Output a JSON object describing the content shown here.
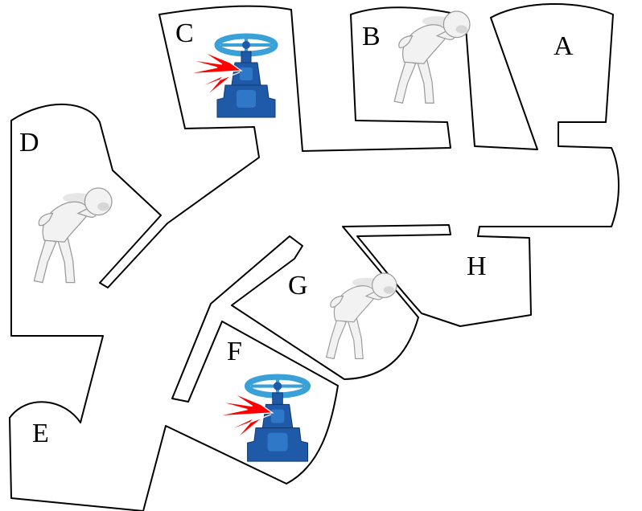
{
  "rooms": [
    {
      "id": "A",
      "label": "A"
    },
    {
      "id": "B",
      "label": "B"
    },
    {
      "id": "C",
      "label": "C"
    },
    {
      "id": "D",
      "label": "D"
    },
    {
      "id": "E",
      "label": "E"
    },
    {
      "id": "F",
      "label": "F"
    },
    {
      "id": "G",
      "label": "G"
    },
    {
      "id": "H",
      "label": "H"
    }
  ],
  "occupants": [
    {
      "room": "B",
      "icon": "person-in-pain-icon"
    },
    {
      "room": "D",
      "icon": "person-in-pain-icon"
    },
    {
      "room": "G",
      "icon": "person-in-pain-icon"
    }
  ],
  "hazards": [
    {
      "room": "C",
      "icon": "leaking-valve-icon"
    },
    {
      "room": "F",
      "icon": "leaking-valve-icon"
    }
  ],
  "colors": {
    "wall": "#000000",
    "valve_body": "#1f5aa8",
    "valve_wheel": "#3aa0d8",
    "leak_arrow": "#ff0000",
    "person": "#f2f2f2"
  }
}
